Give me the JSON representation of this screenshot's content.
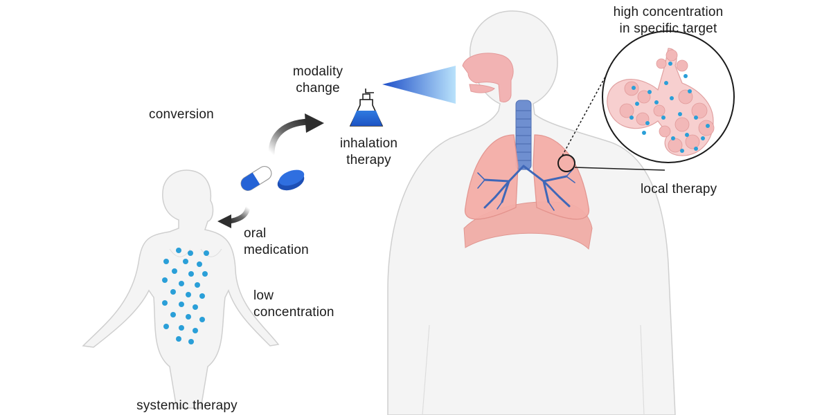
{
  "labels": {
    "conversion": "conversion",
    "modality_change": [
      "modality",
      "change"
    ],
    "inhalation_therapy": [
      "inhalation",
      "therapy"
    ],
    "oral_medication": [
      "oral",
      "medication"
    ],
    "low_concentration": [
      "low",
      "concentration"
    ],
    "systemic_therapy": "systemic therapy",
    "high_concentration": [
      "high concentration",
      "in specific target"
    ],
    "local_therapy": "local therapy"
  },
  "colors": {
    "body_fill": "#f4f4f4",
    "body_stroke": "#c9c9c9",
    "drug_dot": "#2a9fd8",
    "lung": "#f2a9a3",
    "airway": "#5b7fc0",
    "pill_blue": "#2563d6",
    "arrow": "#2e2e2e"
  }
}
